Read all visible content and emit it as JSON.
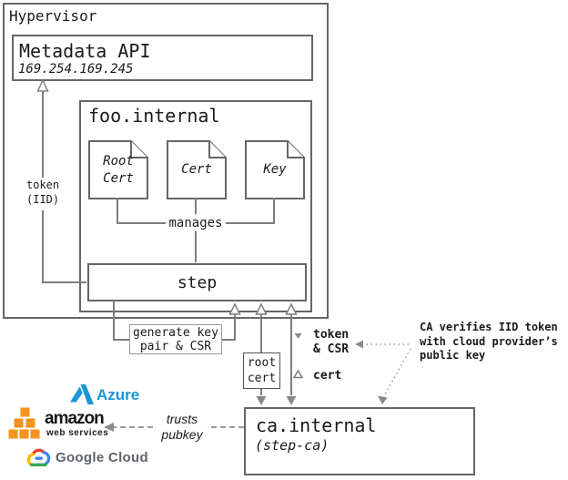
{
  "colors": {
    "box_border": "#666666",
    "connector_line": "#7e7e7e",
    "azure_blue": "#1a96d4",
    "aws_orange": "#f6921e",
    "gcp_text_gray": "#5f6368",
    "gcp_red": "#ea4335",
    "gcp_yellow": "#fbbc05",
    "gcp_blue": "#4285f4",
    "gcp_green": "#34a853"
  },
  "hypervisor": {
    "label": "Hypervisor"
  },
  "metadata_api": {
    "title": "Metadata API",
    "ip": "169.254.169.245"
  },
  "foo_internal": {
    "label": "foo.internal",
    "docs": [
      {
        "label": "Root\nCert"
      },
      {
        "label": "Cert"
      },
      {
        "label": "Key"
      }
    ],
    "manages": "manages",
    "step": "step"
  },
  "annotations": {
    "token_iid": "token\n(IID)",
    "generate_key": "generate key\npair & CSR",
    "root_cert": "root\ncert",
    "token_csr": "token\n& CSR",
    "cert": "cert",
    "ca_verifies": "CA verifies IID token\nwith cloud provider’s\npublic key",
    "trusts_pubkey": "trusts\npubkey"
  },
  "ca_internal": {
    "title": "ca.internal",
    "subtitle": "(step-ca)"
  },
  "providers": {
    "azure": {
      "label": "Azure"
    },
    "aws": {
      "label": "amazon",
      "sublabel": "web services"
    },
    "gcp": {
      "label": "Google Cloud"
    }
  }
}
